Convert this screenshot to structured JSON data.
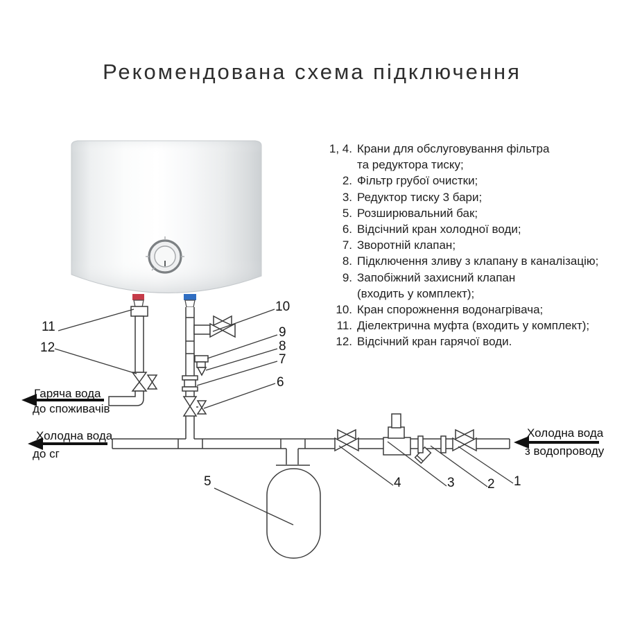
{
  "title": "Рекомендована схема підключення",
  "legend": {
    "items": [
      {
        "num": "1, 4.",
        "text": "Крани для обслуговування фільтра"
      },
      {
        "num": "",
        "text": "та редуктора тиску;"
      },
      {
        "num": "2.",
        "text": "Фільтр грубої очистки;"
      },
      {
        "num": "3.",
        "text": "Редуктор тиску 3 бари;"
      },
      {
        "num": "5.",
        "text": "Розширювальний бак;"
      },
      {
        "num": "6.",
        "text": "Відсічний кран холодної води;"
      },
      {
        "num": "7.",
        "text": "Зворотній клапан;"
      },
      {
        "num": "8.",
        "text": "Підключення зливу з клапану в каналізацію;"
      },
      {
        "num": "9.",
        "text": "Запобіжний захисний клапан"
      },
      {
        "num": "",
        "text": "(входить у комплект);"
      },
      {
        "num": "10.",
        "text": "Кран спорожнення водонагрівача;"
      },
      {
        "num": "11.",
        "text": "Діелектрична муфта (входить у комплект);"
      },
      {
        "num": "12.",
        "text": "Відсічний кран гарячої води."
      }
    ]
  },
  "flow_labels": {
    "hot_out": {
      "line1": "Гаряча вода",
      "line2": "до споживачів"
    },
    "cold_out": {
      "line1": "Холодна вода",
      "line2": "до сг"
    },
    "cold_in": {
      "line1": "Холодна вода",
      "line2": "з водопроводу"
    }
  },
  "callouts": {
    "n1": "1",
    "n2": "2",
    "n3": "3",
    "n4": "4",
    "n5": "5",
    "n6": "6",
    "n7": "7",
    "n8": "8",
    "n9": "9",
    "n10": "10",
    "n11": "11",
    "n12": "12"
  },
  "colors": {
    "hot_marker": "#c63b49",
    "cold_marker": "#2f6ec2",
    "line": "#3a3a3a",
    "arrow": "#111111"
  }
}
